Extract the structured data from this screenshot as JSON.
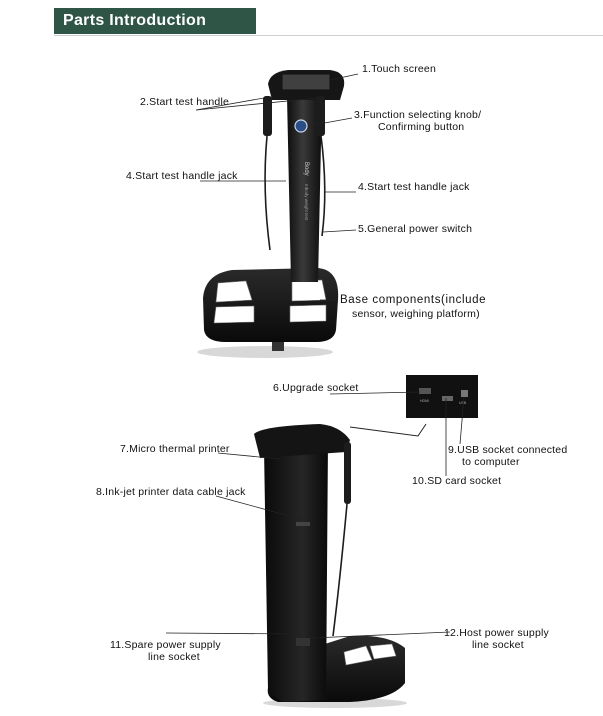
{
  "header": {
    "title": "Parts Introduction"
  },
  "labels": {
    "l1": "1.Touch screen",
    "l2": "2.Start test handle",
    "l3a": "3.Function selecting knob/",
    "l3b": "Confirming button",
    "l4a": "4.Start test handle jack",
    "l4b": "4.Start test handle jack",
    "l5": "5.General power switch",
    "base_a": "Base  components(include",
    "base_b": "sensor, weighing platform)",
    "l6": "6.Upgrade socket",
    "l7": "7.Micro thermal printer",
    "l8": "8.Ink-jet printer data cable jack",
    "l9a": "9.USB socket connected",
    "l9b": "to computer",
    "l10": "10.SD card socket",
    "l11a": "11.Spare power supply",
    "l11b": "line socket",
    "l12a": "12.Host power supply",
    "l12b": "line socket"
  },
  "device_text": {
    "brand": "Body",
    "side_text": "Inbody weight test",
    "panel_port_a": "HDMI",
    "panel_port_b": "USB"
  },
  "colors": {
    "header_bg": "#2f5547",
    "header_text": "#ffffff",
    "device": "#1a1a1a",
    "device_highlight": "#4a4a4a",
    "leader_line": "#222222",
    "text": "#111111"
  },
  "icons": [
    "knob-icon",
    "usb-port-icon",
    "sd-slot-icon"
  ]
}
